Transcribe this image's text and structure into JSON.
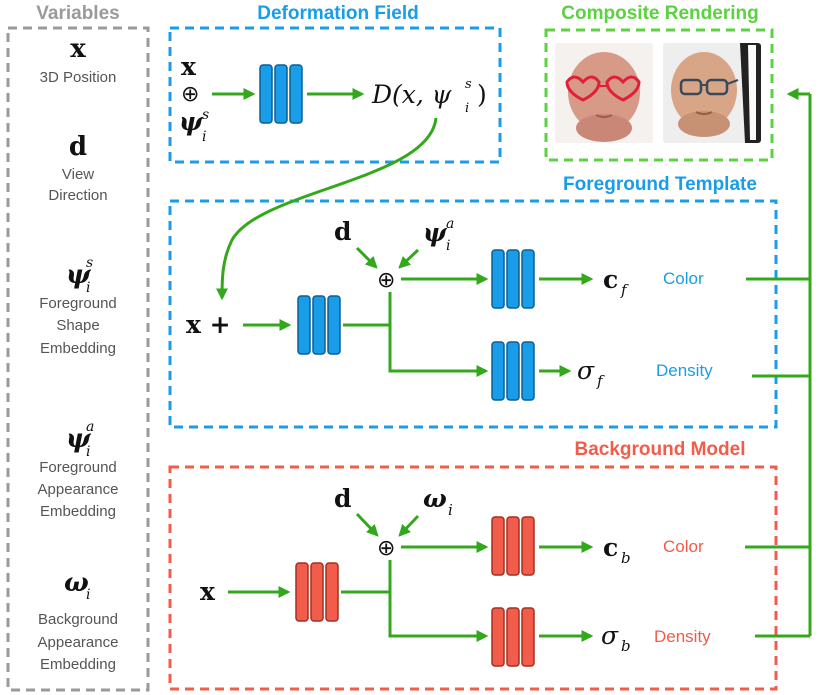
{
  "variables": {
    "title": "Variables",
    "items": [
      {
        "symbol": "x",
        "desc": [
          "3D Position"
        ]
      },
      {
        "symbol": "d",
        "desc": [
          "View",
          "Direction"
        ]
      },
      {
        "symbol": "ψ",
        "sup": "s",
        "sub": "i",
        "desc": [
          "Foreground",
          "Shape",
          "Embedding"
        ]
      },
      {
        "symbol": "ψ",
        "sup": "a",
        "sub": "i",
        "desc": [
          "Foreground",
          "Appearance",
          "Embedding"
        ]
      },
      {
        "symbol": "ω",
        "sub": "i",
        "desc": [
          "Background",
          "Appearance",
          "Embedding"
        ]
      }
    ]
  },
  "deformation": {
    "title": "Deformation Field",
    "input_x": "x",
    "oplus": "⊕",
    "psi": "ψ",
    "psi_sup": "s",
    "psi_sub": "i",
    "output": "D(x, ψ",
    "output_sup": "s",
    "output_sub": "i",
    "output_close": ")"
  },
  "composite": {
    "title": "Composite Rendering"
  },
  "foreground": {
    "title": "Foreground Template",
    "input": "x +",
    "d": "d",
    "psi": "ψ",
    "psi_sup": "a",
    "psi_sub": "i",
    "oplus": "⊕",
    "color_sym": "c",
    "color_sub": "f",
    "color_label": "Color",
    "density_sym": "σ",
    "density_sub": "f",
    "density_label": "Density"
  },
  "background": {
    "title": "Background Model",
    "input": "x",
    "d": "d",
    "omega": "ω",
    "omega_sub": "i",
    "oplus": "⊕",
    "color_sym": "c",
    "color_sub": "b",
    "color_label": "Color",
    "density_sym": "σ",
    "density_sub": "b",
    "density_label": "Density"
  },
  "colors": {
    "blue": "#1a9de8",
    "red": "#f25c4a",
    "green": "#5bd23f",
    "arrow_green": "#34a81c",
    "gray": "#9a9a9a"
  }
}
